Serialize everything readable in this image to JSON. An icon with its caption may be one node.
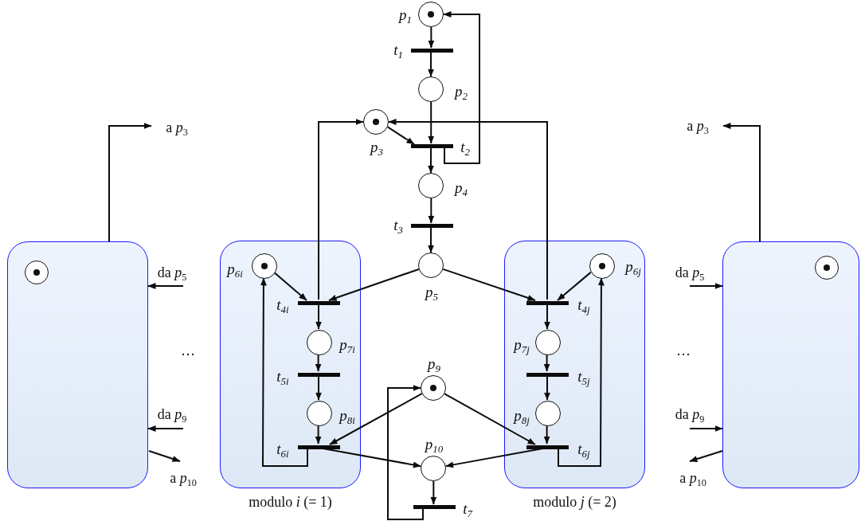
{
  "diagram": {
    "nodes": [
      {
        "text": [],
        "shape": "circle",
        "beside": [
          "p$_{1}$"
        ]
      },
      {
        "text": [],
        "shape": "bar",
        "beside": [
          "t$_{1}$"
        ]
      },
      {
        "text": [],
        "shape": "circle",
        "beside": [
          "p$_{2}$"
        ]
      },
      {
        "text": [],
        "shape": "circle",
        "beside": [
          "p$_{3}$"
        ]
      },
      {
        "text": [],
        "shape": "bar",
        "beside": [
          "t$_{2}$"
        ]
      },
      {
        "text": [],
        "shape": "circle",
        "beside": [
          "p$_{4}$"
        ]
      },
      {
        "text": [],
        "shape": "bar",
        "beside": [
          "t$_{3}$"
        ]
      },
      {
        "text": [],
        "shape": "box"
      },
      {
        "text": [],
        "shape": "circle",
        "in": 7
      },
      {
        "text": [
          "modulo *i* (= 1)"
        ]
      },
      {
        "text": [],
        "shape": "circle",
        "beside": [
          "p$_{6i}$"
        ],
        "in": 9
      },
      {
        "text": [],
        "shape": "bar",
        "beside": [
          "t$_{4i}$"
        ],
        "in": 9
      },
      {
        "text": [],
        "shape": "circle",
        "beside": [
          "p$_{7i}$"
        ],
        "in": 9
      },
      {
        "text": [],
        "shape": "bar",
        "beside": [
          "t$_{5i}$"
        ],
        "in": 9
      },
      {
        "text": [],
        "shape": "circle",
        "beside": [
          "p$_{8i}$"
        ],
        "in": 9
      },
      {
        "text": [],
        "shape": "bar",
        "beside": [
          "t$_{6i}$"
        ],
        "in": 9
      },
      {
        "text": [],
        "shape": "circle",
        "beside": [
          "p$_{5}$"
        ]
      },
      {
        "text": [
          "modulo *j* (= 2)"
        ]
      },
      {
        "text": [],
        "shape": "circle",
        "beside": [
          "p$_{6j}$"
        ],
        "in": 17
      },
      {
        "text": [],
        "shape": "bar",
        "beside": [
          "t$_{4j}$"
        ],
        "in": 17
      },
      {
        "text": [],
        "shape": "circle",
        "beside": [
          "p$_{7j}$"
        ],
        "in": 17
      },
      {
        "text": [],
        "shape": "bar",
        "beside": [
          "t$_{5j}$"
        ],
        "in": 17
      },
      {
        "text": [],
        "shape": "circle",
        "beside": [
          "p$_{8j}$"
        ],
        "in": 17
      },
      {
        "text": [],
        "shape": "bar",
        "beside": [
          "t$_{6j}$"
        ],
        "in": 17
      },
      {
        "text": [],
        "shape": "box"
      },
      {
        "text": [],
        "shape": "circle",
        "in": 24
      },
      {
        "text": [],
        "shape": "circle",
        "beside": [
          "p$_{9}$"
        ]
      },
      {
        "text": [],
        "shape": "circle",
        "beside": [
          "p$_{10}$"
        ]
      },
      {
        "text": [],
        "shape": "bar",
        "beside": [
          "t$_{7}$"
        ]
      },
      {
        "text": [
          "a *p*$_{3}$"
        ]
      },
      {
        "text": [
          "da *p*$_{5}$"
        ]
      },
      {
        "text": [
          "da *p*$_{9}$"
        ]
      },
      {
        "text": [
          "a *p*$_{10}$"
        ]
      },
      {
        "text": [
          "a *p*$_{3}$"
        ]
      },
      {
        "text": [
          "da *p*$_{5}$"
        ]
      },
      {
        "text": [
          "da *p*$_{9}$"
        ]
      },
      {
        "text": [
          "a *p*$_{10}$"
        ]
      }
    ],
    "edges": [
      {
        "from": 0,
        "to": 1,
        "arrow": "to"
      },
      {
        "from": 1,
        "to": 2,
        "arrow": "to"
      },
      {
        "from": 2,
        "to": 4,
        "arrow": "to"
      },
      {
        "from": 3,
        "to": 4,
        "arrow": "to"
      },
      {
        "from": 4,
        "to": 5,
        "arrow": "to"
      },
      {
        "from": 4,
        "to": 0,
        "arrow": "to"
      },
      {
        "from": 5,
        "to": 6,
        "arrow": "to"
      },
      {
        "from": 6,
        "to": 16,
        "arrow": "to"
      },
      {
        "from": 16,
        "to": 11,
        "arrow": "to"
      },
      {
        "from": 16,
        "to": 19,
        "arrow": "to"
      },
      {
        "from": 11,
        "to": 3,
        "arrow": "to"
      },
      {
        "from": 19,
        "to": 3,
        "arrow": "to"
      },
      {
        "from": 10,
        "to": 11,
        "arrow": "to"
      },
      {
        "from": 11,
        "to": 12,
        "arrow": "to"
      },
      {
        "from": 12,
        "to": 13,
        "arrow": "to"
      },
      {
        "from": 13,
        "to": 14,
        "arrow": "to"
      },
      {
        "from": 14,
        "to": 15,
        "arrow": "to"
      },
      {
        "from": 15,
        "to": 10,
        "arrow": "to"
      },
      {
        "from": 26,
        "to": 15,
        "arrow": "to"
      },
      {
        "from": 15,
        "to": 27,
        "arrow": "to"
      },
      {
        "from": 18,
        "to": 19,
        "arrow": "to"
      },
      {
        "from": 19,
        "to": 20,
        "arrow": "to"
      },
      {
        "from": 20,
        "to": 21,
        "arrow": "to"
      },
      {
        "from": 21,
        "to": 22,
        "arrow": "to"
      },
      {
        "from": 22,
        "to": 23,
        "arrow": "to"
      },
      {
        "from": 23,
        "to": 18,
        "arrow": "to"
      },
      {
        "from": 26,
        "to": 23,
        "arrow": "to"
      },
      {
        "from": 23,
        "to": 27,
        "arrow": "to"
      },
      {
        "from": 27,
        "to": 28,
        "arrow": "to"
      },
      {
        "from": 28,
        "to": 26,
        "arrow": "to"
      },
      {
        "from": 7,
        "to": 29,
        "arrow": "to"
      },
      {
        "from": 30,
        "to": 7,
        "arrow": "to"
      },
      {
        "from": 31,
        "to": 7,
        "arrow": "to"
      },
      {
        "from": 7,
        "to": 32,
        "arrow": "to"
      },
      {
        "from": 24,
        "to": 33,
        "arrow": "to"
      },
      {
        "from": 34,
        "to": 24,
        "arrow": "to"
      },
      {
        "from": 35,
        "to": 24,
        "arrow": "to"
      },
      {
        "from": 24,
        "to": 36,
        "arrow": "to"
      }
    ],
    "labels": [
      "…",
      "…"
    ]
  }
}
